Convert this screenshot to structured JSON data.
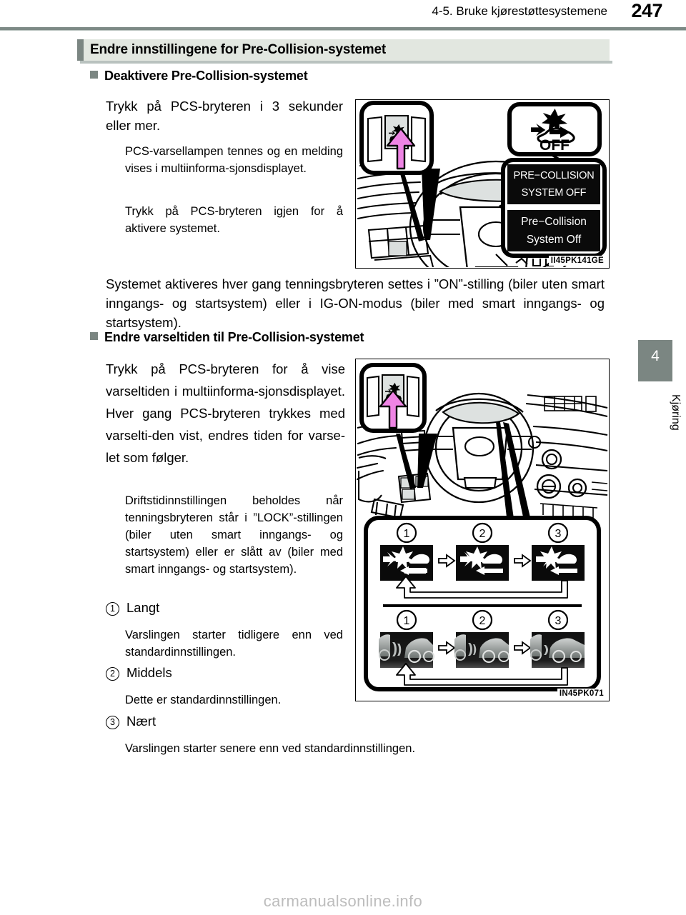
{
  "header": {
    "section_ref": "4-5. Bruke kjørestøttesystemene",
    "page_number": "247"
  },
  "sidebar": {
    "chapter_number": "4",
    "chapter_label": "Kjøring",
    "tab_color": "#7b8682"
  },
  "section": {
    "title": "Endre innstillingene for Pre-Collision-systemet",
    "title_bg": "#e2e7e0",
    "accent_color": "#7b8682"
  },
  "subsection_1": {
    "heading": "Deaktivere Pre-Collision-systemet",
    "lead": "Trykk på PCS-bryteren i 3 sekunder eller mer.",
    "detail_1": "PCS-varsellampen tennes og en melding vises i multiinforma-sjonsdisplayet.",
    "detail_2": "Trykk på PCS-bryteren igjen for å aktivere systemet.",
    "note": "Systemet aktiveres hver gang tenningsbryteren settes i ”ON”-stilling (biler uten smart inngangs- og startsystem) eller i IG-ON-modus (biler med smart inngangs- og startsystem)."
  },
  "figure_1": {
    "code": "II45PK141GE",
    "callout_off_label": "OFF",
    "display_line1": "PRE−COLLISION",
    "display_line2": "SYSTEM OFF",
    "display_line3": "Pre−Collision",
    "display_line4": "System Off",
    "arrow_color": "#ee84e4"
  },
  "subsection_2": {
    "heading": "Endre varseltiden til Pre-Collision-systemet",
    "lead": "Trykk på PCS-bryteren for å vise varseltiden i multiinforma-sjonsdisplayet. Hver gang PCS-bryteren trykkes med varselti-den vist, endres tiden for varse-let som følger.",
    "detail_1": "Driftstidinnstillingen beholdes når tenningsbryteren står i ”LOCK”-stillingen (biler uten smart inngangs- og startsystem) eller er slått av (biler med smart inngangs- og startsystem).",
    "items": [
      {
        "number": "1",
        "label": "Langt",
        "description": "Varslingen starter tidligere enn ved standardinnstillingen."
      },
      {
        "number": "2",
        "label": "Middels",
        "description": "Dette er standardinnstillingen."
      },
      {
        "number": "3",
        "label": "Nært",
        "description": "Varslingen starter senere enn ved standardinnstillingen."
      }
    ]
  },
  "figure_2": {
    "code": "IN45PK071",
    "row1_numbers": [
      "1",
      "2",
      "3"
    ],
    "row2_numbers": [
      "1",
      "2",
      "3"
    ],
    "arrow_color": "#ee84e4"
  },
  "watermark": "carmanualsonline.info"
}
